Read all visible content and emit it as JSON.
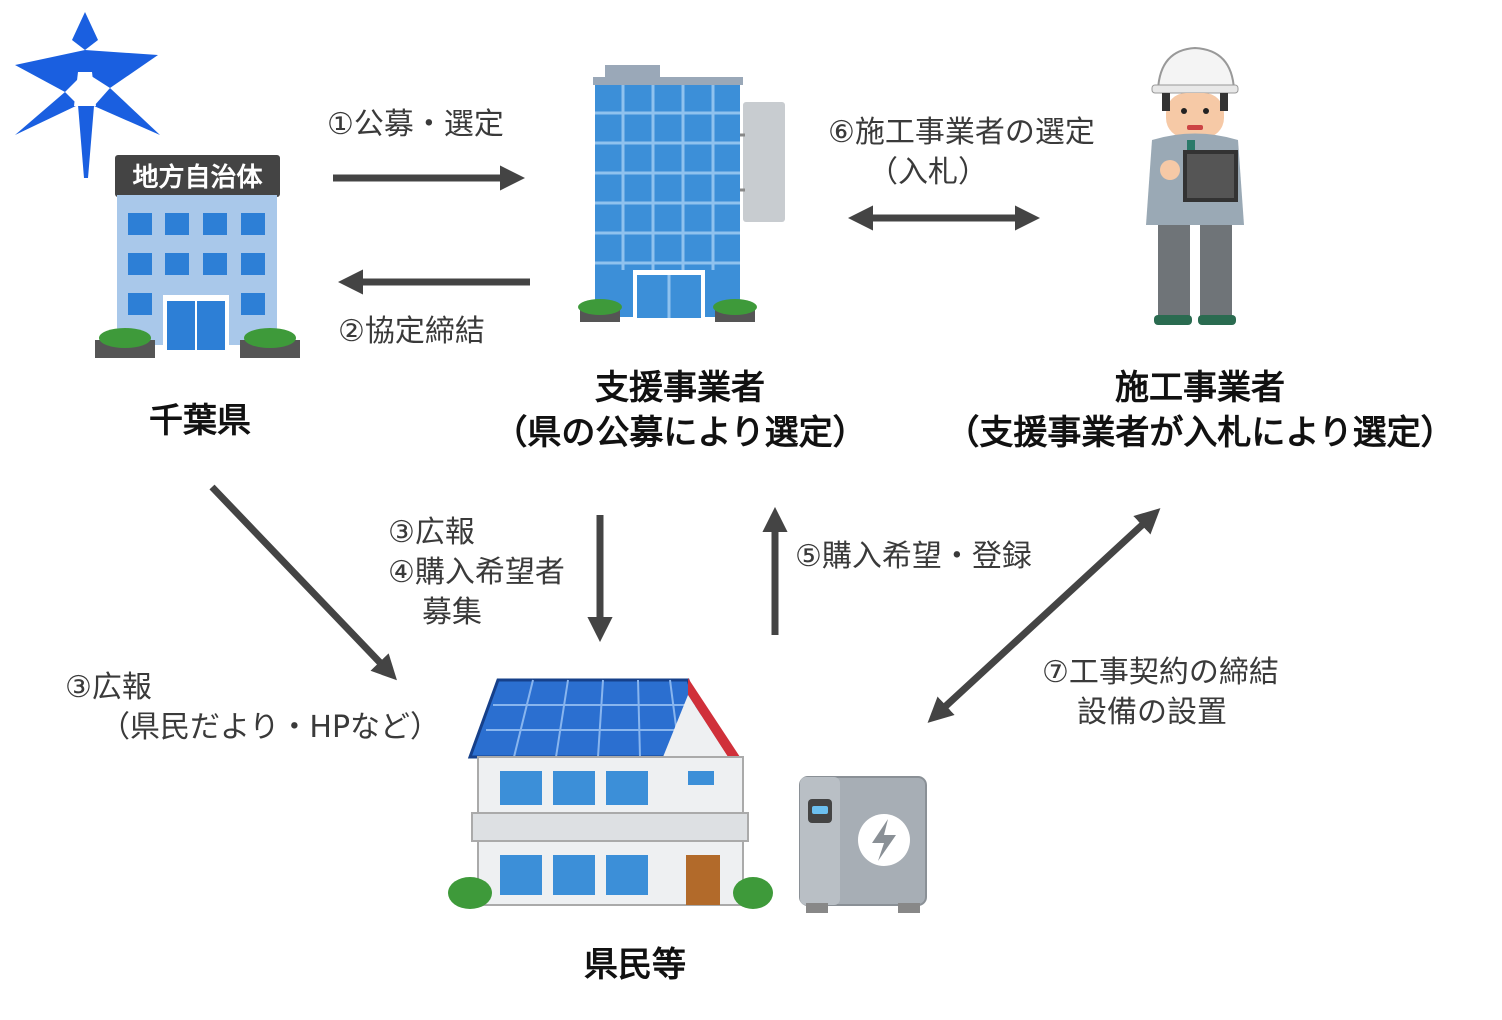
{
  "prefecture": {
    "building_sign": "地方自治体",
    "name": "千葉県"
  },
  "support_operator": {
    "name": "支援事業者",
    "note": "（県の公募により選定）"
  },
  "construction_operator": {
    "name": "施工事業者",
    "note": "（支援事業者が入札により選定）"
  },
  "residents": {
    "name": "県民等"
  },
  "steps": {
    "s1": "①公募・選定",
    "s2": "②協定締結",
    "s6_line1": "⑥施工事業者の選定",
    "s6_line2": "（入札）",
    "s3_4_line1": "③広報",
    "s3_4_line2": "④購入希望者",
    "s3_4_line3": "募集",
    "s5": "⑤購入希望・登録",
    "s3_pr_line1": "③広報",
    "s3_pr_line2": "（県民だより・HPなど）",
    "s7_line1": "⑦工事契約の締結",
    "s7_line2": "設備の設置"
  },
  "colors": {
    "arrow": "#444444",
    "logo_blue": "#1a5fe0",
    "building_blue": "#3c8fd8",
    "roof_red": "#d0303a"
  }
}
